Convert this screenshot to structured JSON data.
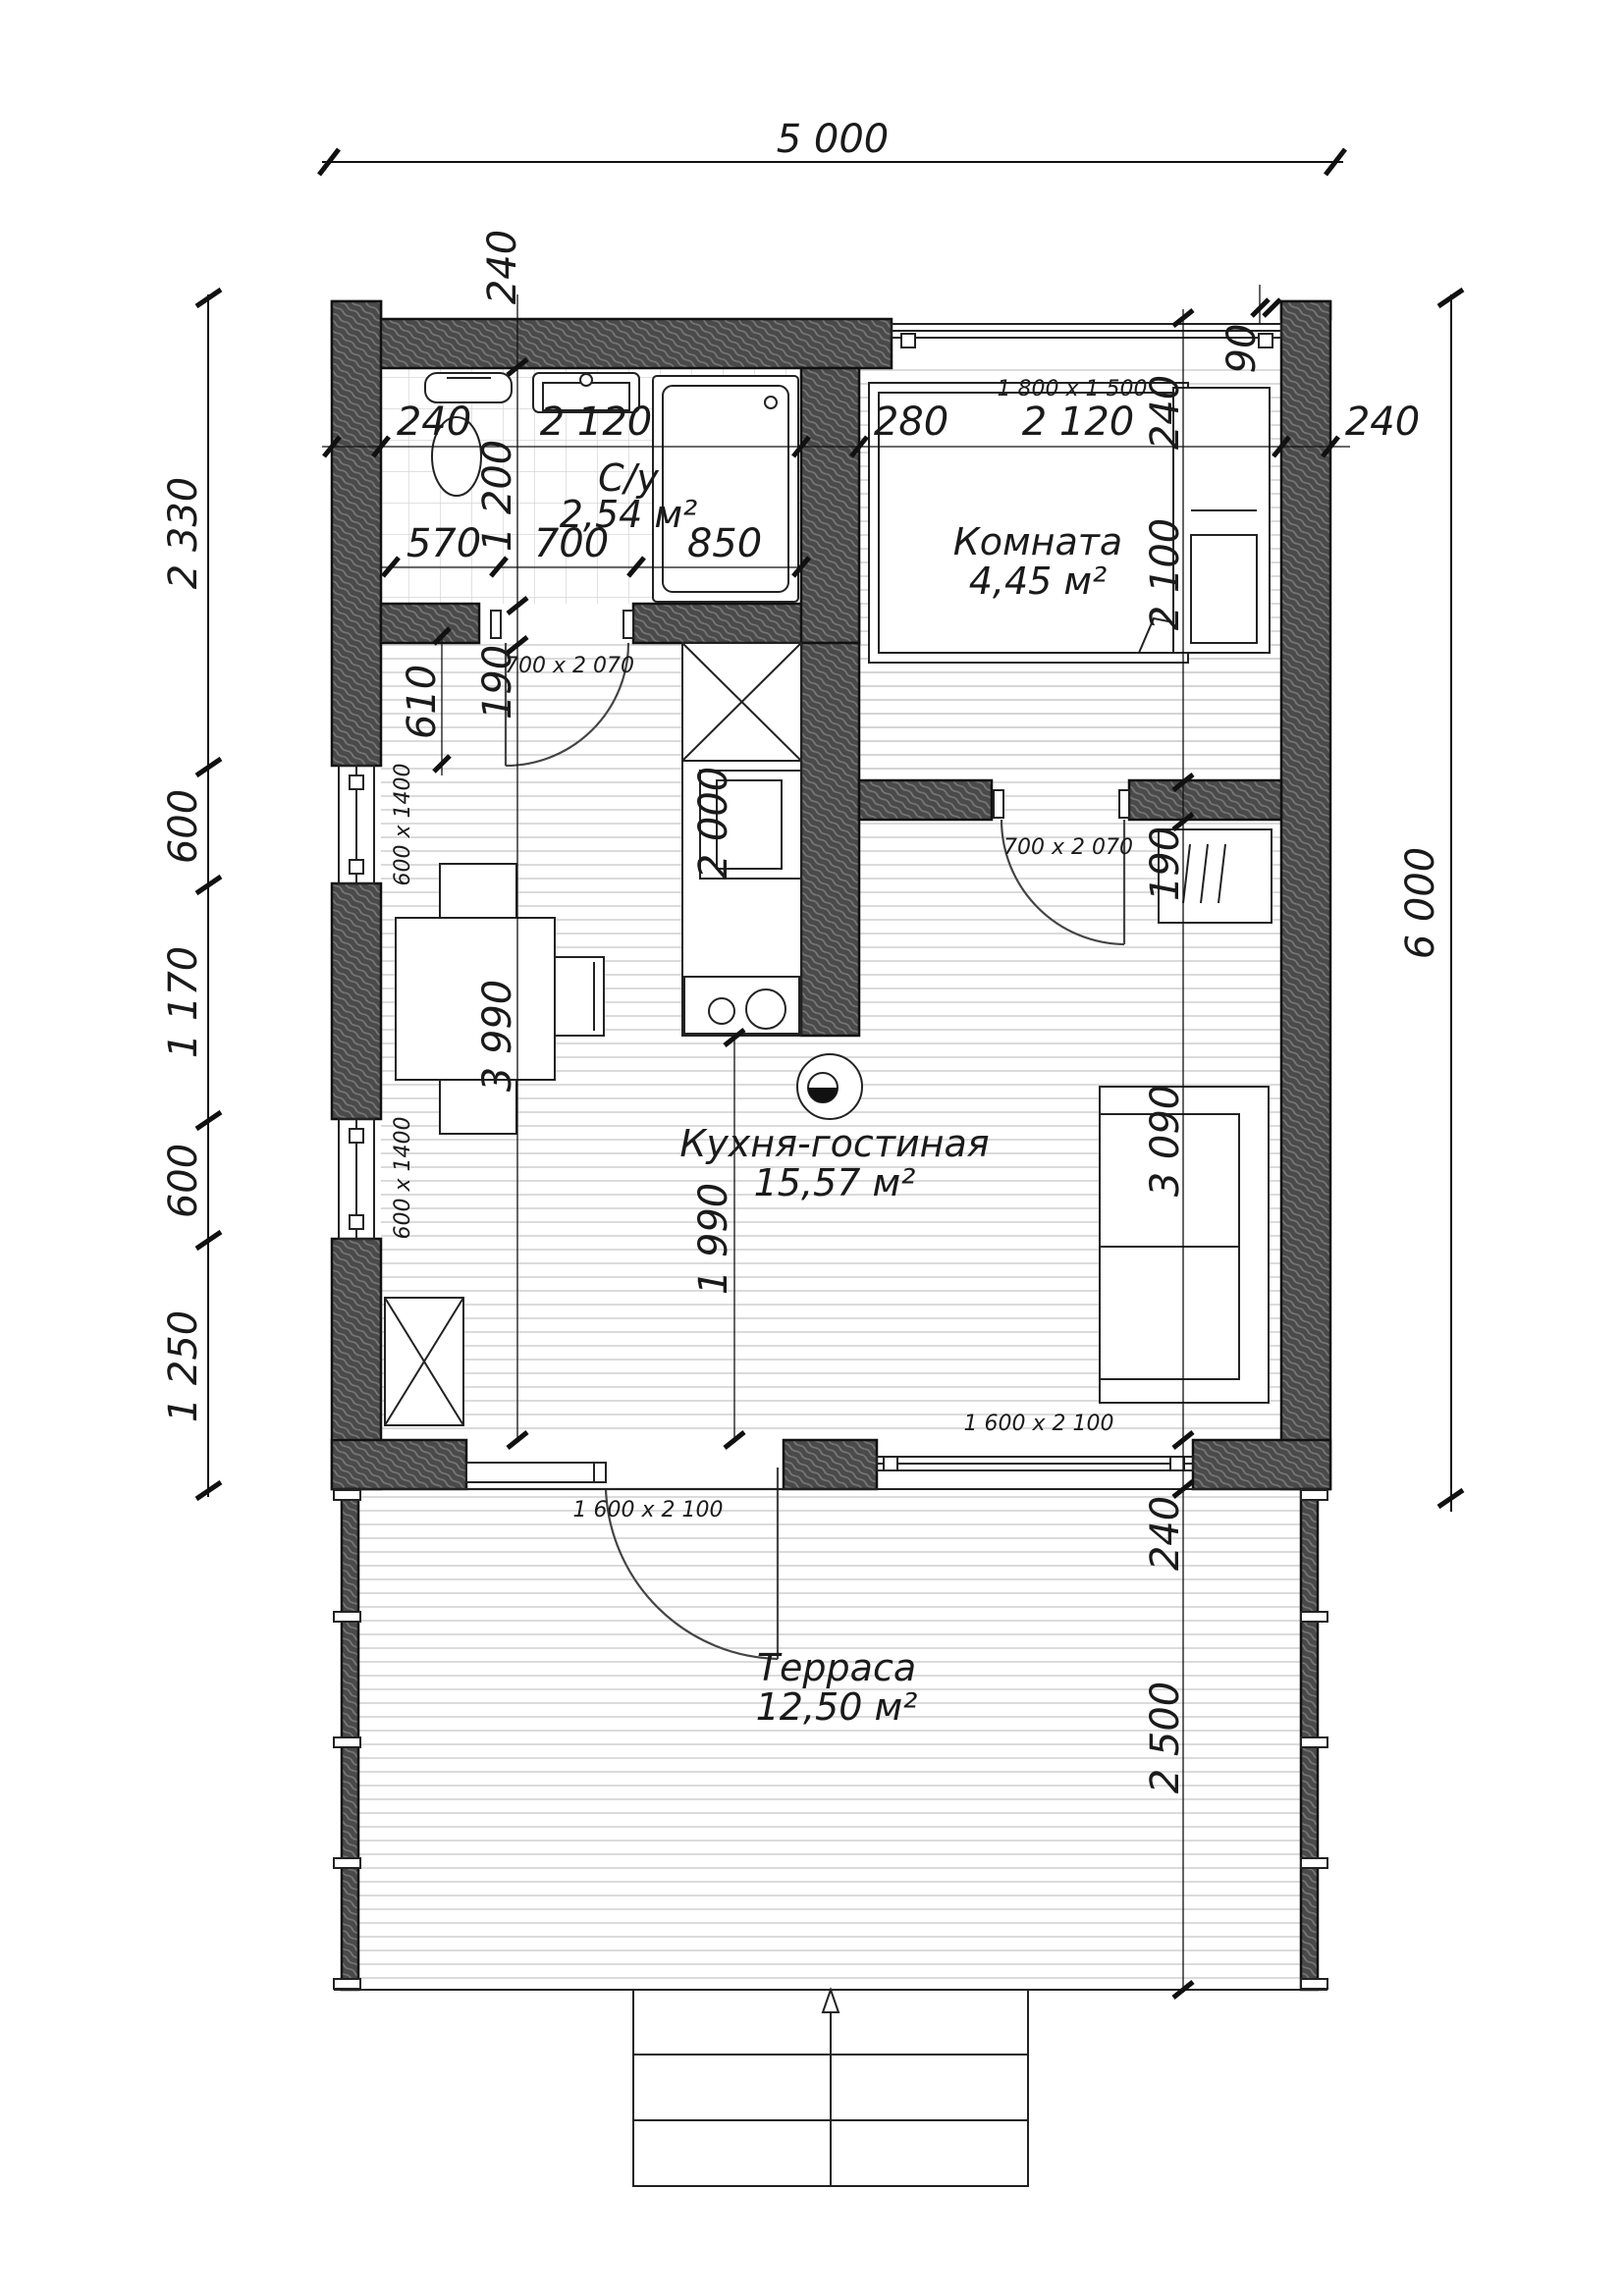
{
  "rooms": {
    "bathroom": {
      "name": "С/у",
      "area": "2,54 м²"
    },
    "bedroom": {
      "name": "Комната",
      "area": "4,45 м²"
    },
    "kitchen_living": {
      "name": "Кухня-гостиная",
      "area": "15,57 м²"
    },
    "terrace": {
      "name": "Терраса",
      "area": "12,50 м²"
    }
  },
  "dimensions": {
    "overall_width": "5 000",
    "overall_depth": "6 000",
    "left_chain": [
      "2 330",
      "600",
      "1 170",
      "600",
      "1 250"
    ],
    "wall_top": "240",
    "wall_right": "240",
    "bath_wall_left": "240",
    "bath_width": "2 120",
    "bath_depth": "1 200",
    "bath_parts": [
      "570",
      "700",
      "850"
    ],
    "partition": "280",
    "bedroom_width": "2 120",
    "bedroom_wall": "240",
    "bedroom_offset": "90",
    "bedroom_depth": "2 100",
    "door_gap_bath": "190",
    "hall_offset": "610",
    "kitchen_run": "2 000",
    "door_gap_bedroom": "190",
    "dining_depth": "3 990",
    "living_depth": "3 090",
    "kitchen_front": "1 990",
    "terrace_wall": "240",
    "terrace_depth": "2 500"
  },
  "openings": {
    "bedroom_window": "1 800 х 1 500",
    "bath_door": "700 х 2 070",
    "bedroom_door": "700 х 2 070",
    "side_window_upper": "600 х 1400",
    "side_window_lower": "600 х 1400",
    "terrace_window": "1 600 х 2 100",
    "entry_door": "1 600 х 2 100"
  }
}
